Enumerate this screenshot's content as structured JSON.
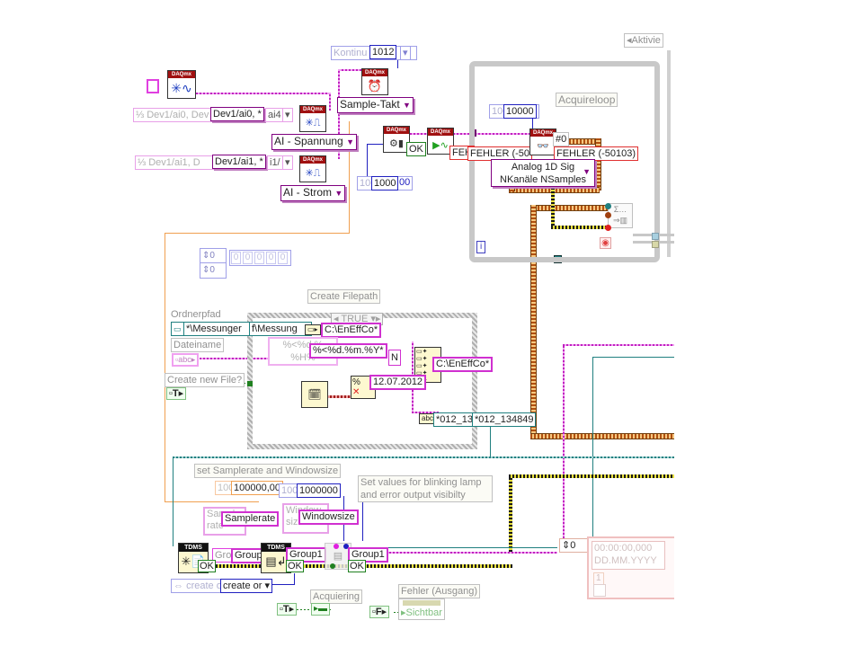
{
  "diagram": {
    "type": "LabVIEW block diagram",
    "daqmx_labels": {
      "daqmx": "DAQmx",
      "tdms": "TDMS"
    },
    "channel_constants": [
      {
        "ghost": "Dev1/ai0, Dev",
        "value": "Dev1/ai0, *",
        "tail": "ai4"
      },
      {
        "ghost": "Dev1/ai1, D",
        "value": "Dev1/ai1, *",
        "tail": "i1/"
      }
    ],
    "ai_selectors": {
      "voltage": "AI - Spannung",
      "current": "AI - Strom"
    },
    "timing": {
      "mode_ghost": "Kontinu",
      "mode_value": "1012",
      "sample_clock": "Sample-Takt",
      "samples_ghost": "100",
      "samples_value": "1000",
      "samples_tail": "00"
    },
    "task_out": {
      "ok_label": "OK"
    },
    "acquire_loop": {
      "title": "Acquireloop",
      "samples_ghost": "100",
      "samples_value": "10000",
      "index_marker": "#0",
      "error_in_short": "FEH",
      "error_in": "FEHLER (-50",
      "error_out": "FEHLER (-50103)",
      "read_mode_line1": "Analog 1D Sig",
      "read_mode_line2": "NKanäle NSamples",
      "iteration_label": "i"
    },
    "top_right_label": "Aktivie",
    "numeric_array": {
      "index_values": [
        "0",
        "0"
      ],
      "elements": [
        "0",
        "0",
        "0",
        "0",
        "0"
      ]
    },
    "create_filepath": {
      "title": "Create Filepath",
      "folder_label": "Ordnerpfad",
      "folder_value": "*\\Messunger",
      "folder_inner": "f\\Messung",
      "filename_label": "Dateiname",
      "filename_icon": "abc",
      "new_file_label": "Create new File?",
      "new_file_value": "T",
      "case_selector": "TRUE",
      "path_const1": "C:\\EnEffCo*",
      "format_ghost_line1": "%<%d.%",
      "format_ghost_line2": "%H%",
      "format_value": "%<%d.%m.%Y*",
      "date_value": "12.07.2012",
      "path_out": "C:\\EnEffCo*",
      "filename_short": "*012_13",
      "filename_full": "*012_134849",
      "format_icon": "%"
    },
    "settings": {
      "title": "set Samplerate and Windowsize",
      "samplerate_ghost": "100",
      "samplerate_value": "100000,00",
      "windowsize_ghost": "100",
      "windowsize_value": "1000000",
      "samplerate_prop_ghost": "Sample rate",
      "samplerate_prop": "Samplerate",
      "windowsize_prop_ghost": "Window size",
      "windowsize_prop": "Windowsize"
    },
    "blink_note": {
      "line1": "Set values for blinking lamp",
      "line2": "and error output visibilty"
    },
    "tdms": {
      "group_ghost": "Gro",
      "group_value": "Group",
      "group1_a": "Group1",
      "group1_b": "Group1",
      "ok_labels": [
        "OK",
        "OK",
        "OK"
      ],
      "open_mode_ghost": "create o",
      "open_mode_value": "create or"
    },
    "indicators": {
      "acquiering_label": "Acquiering",
      "acquiering_value": "T",
      "error_out_label": "Fehler (Ausgang)",
      "error_out_value": "F",
      "visible_prop": "Sichtbar"
    },
    "timestamp": {
      "counter_value": "0",
      "time_line1": "00:00:00,000",
      "time_line2": "DD.MM.YYYY",
      "index": "1"
    }
  }
}
